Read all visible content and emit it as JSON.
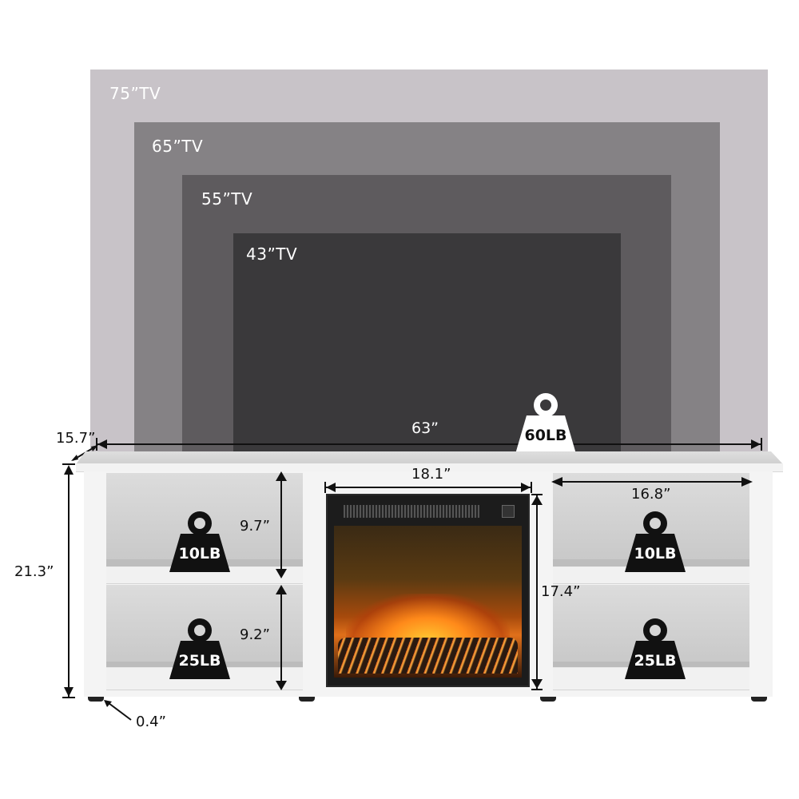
{
  "tv_sizes": [
    {
      "label": "75”TV",
      "color": "#c8c3c8"
    },
    {
      "label": "65”TV",
      "color": "#858285"
    },
    {
      "label": "55”TV",
      "color": "#5e5b5e"
    },
    {
      "label": "43”TV",
      "color": "#3a393b"
    }
  ],
  "dimensions": {
    "depth": "15.7”",
    "width": "63”",
    "height": "21.3”",
    "fireplace_width": "18.1”",
    "fireplace_height": "17.4”",
    "shelf_width": "16.8”",
    "upper_shelf_height": "9.7”",
    "lower_shelf_height": "9.2”",
    "foot_height": "0.4”"
  },
  "weights": {
    "top": "60LB",
    "left_upper": "10LB",
    "left_lower": "25LB",
    "right_upper": "10LB",
    "right_lower": "25LB"
  }
}
